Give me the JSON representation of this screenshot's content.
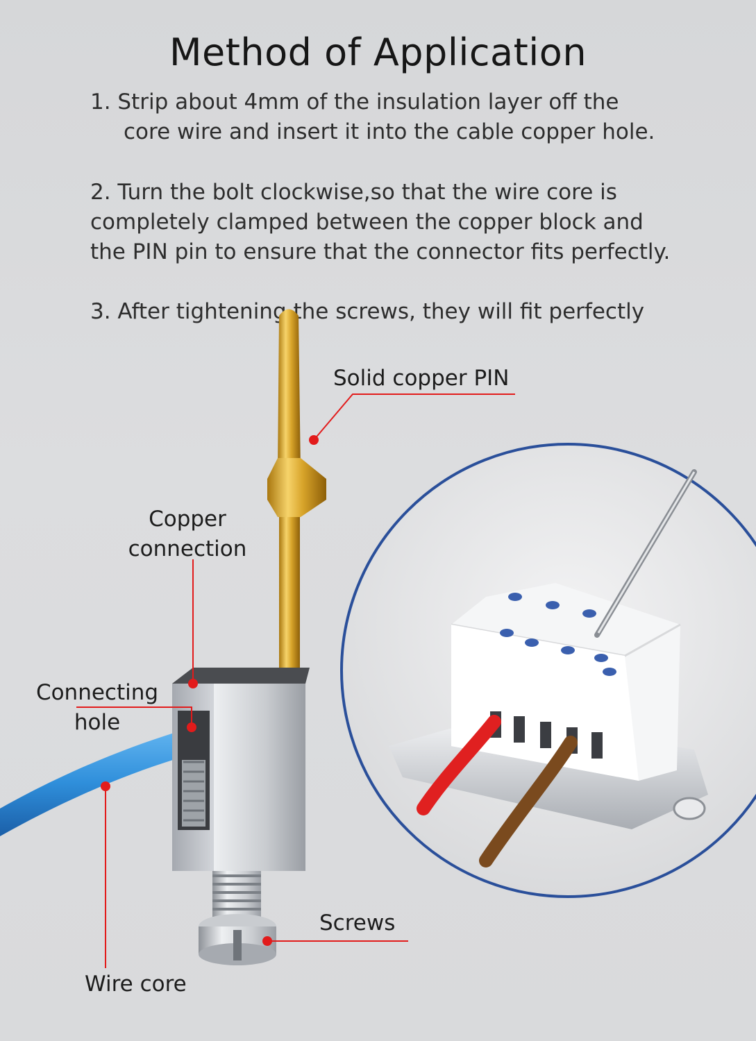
{
  "title": "Method of Application",
  "steps": [
    {
      "line1": "1. Strip about 4mm of the insulation layer off the",
      "line2": "core wire and insert it into the cable copper hole."
    },
    {
      "line1": "2. Turn the bolt clockwise,so that the wire core is",
      "line2": "completely clamped between the copper block and",
      "line3": "the PIN pin to ensure that the connector fits perfectly."
    },
    {
      "line1": "3.   After tightening the screws, they will fit perfectly"
    }
  ],
  "labels": {
    "pin": "Solid copper PIN",
    "copper_line1": "Copper",
    "copper_line2": "connection",
    "hole_line1": "Connecting",
    "hole_line2": "hole",
    "screws": "Screws",
    "wire_core": "Wire core"
  },
  "colors": {
    "callout": "#e21b1b",
    "pin_gold": "#d9a92a",
    "wire_blue": "#2f8fdb",
    "circle_border": "#2a4f9a",
    "wire_red": "#e02020",
    "wire_brown": "#7a4a1e"
  }
}
